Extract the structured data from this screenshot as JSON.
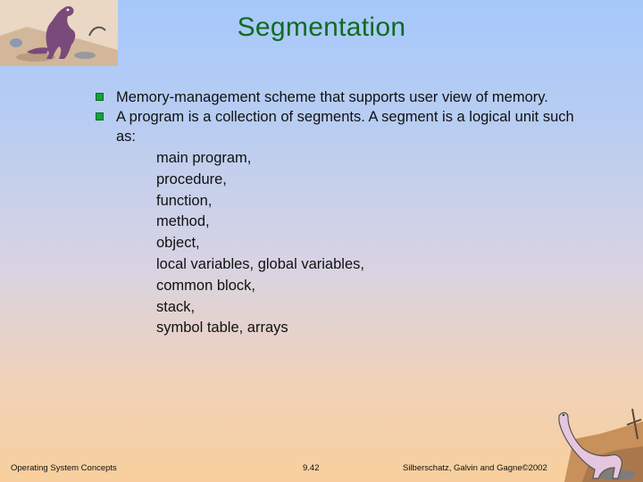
{
  "slide": {
    "title": "Segmentation",
    "bullets": [
      "Memory-management scheme that supports user view of memory.",
      "A program is a collection of segments.  A segment is a logical unit such as:"
    ],
    "segment_examples": [
      "main program,",
      "procedure,",
      "function,",
      "method,",
      "object,",
      "local variables, global variables,",
      "common block,",
      "stack,",
      "symbol table, arrays"
    ]
  },
  "footer": {
    "left": "Operating System Concepts",
    "center": "9.42",
    "right": "Silberschatz, Galvin and  Gagne©2002"
  },
  "decor": {
    "top_left_art": "dinosaur-illustration-icon",
    "bottom_right_art": "dinosaur-skeleton-illustration-icon",
    "bullet_icon": "square-bullet-icon",
    "bullet_color": "#16a03a",
    "title_color": "#0f6b22"
  }
}
